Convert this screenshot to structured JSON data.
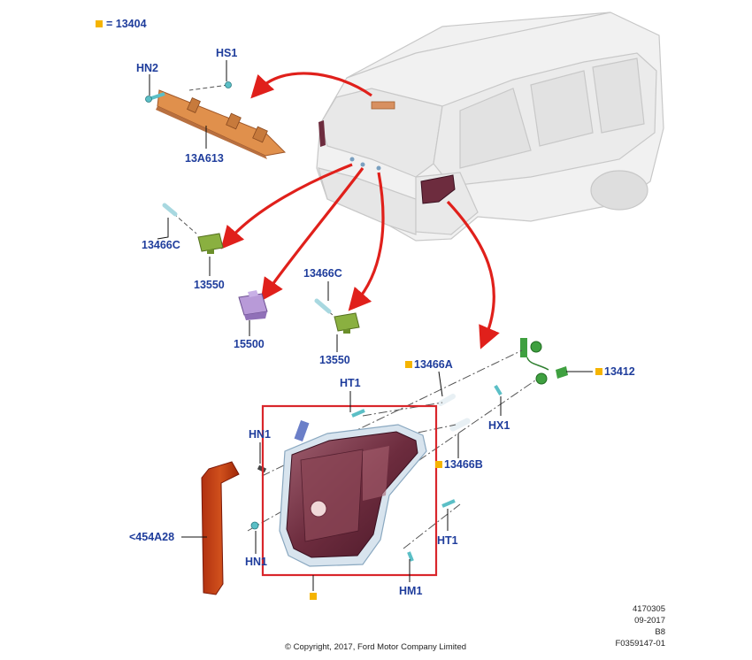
{
  "legend": {
    "text": "= 13404",
    "marker_color": "#f5b400"
  },
  "labels": {
    "hn2": "HN2",
    "hs1": "HS1",
    "p13a613": "13A613",
    "p13466c_a": "13466C",
    "p13550_a": "13550",
    "p15500": "15500",
    "p13466c_b": "13466C",
    "p13550_b": "13550",
    "p13466a": "13466A",
    "p13412": "13412",
    "ht1_top": "HT1",
    "hx1": "HX1",
    "hn1_top": "HN1",
    "p13466b": "13466B",
    "p454a28": "<454A28",
    "ht1_bottom": "HT1",
    "hn1_bottom": "HN1",
    "hm1": "HM1"
  },
  "meta": {
    "line1": "4170305",
    "line2": "09-2017",
    "line3": "B8",
    "line4": "F0359147-01"
  },
  "copyright": "© Copyright, 2017, Ford Motor Company Limited",
  "colors": {
    "label": "#1f3d9c",
    "arrow": "#e0201b",
    "frame": "#d9262b",
    "marker": "#f5b400"
  }
}
